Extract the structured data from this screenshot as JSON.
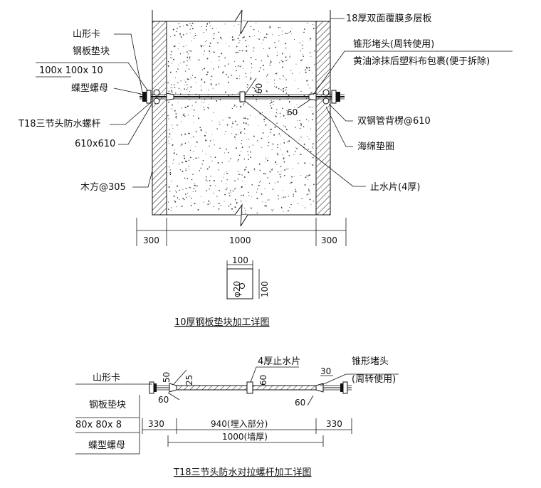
{
  "section": {
    "labels": {
      "shan_xing_ka": "山形卡",
      "steel_pad": "钢板垫块",
      "pad_size": "100x 100x 10",
      "butterfly_nut": "蝶型螺母",
      "bolt": "T18三节头防水螺杆",
      "spacing": "610x610",
      "timber": "木方@305",
      "plywood": "18厚双面覆膜多层板",
      "cone_head": "锥形堵头(周转使用)",
      "grease_wrap": "黄油涂抹后塑料布包裹(便于拆除)",
      "double_steel_pipe": "双钢管背楞@610",
      "sponge_ring": "海绵垫圈",
      "water_stop": "止水片(4厚)"
    },
    "angle_60_a": "60",
    "angle_60_b": "60",
    "dims": [
      "300",
      "1000",
      "300"
    ]
  },
  "plate_detail": {
    "width": "100",
    "height": "100",
    "hole": "φ20",
    "title": "10厚钢板垫块加工详图"
  },
  "bolt_detail": {
    "labels": {
      "shan_xing_ka": "山形卡",
      "steel_pad": "钢板垫块",
      "pad_size": "80x 80x 8",
      "butterfly_nut": "蝶型螺母",
      "water_stop": "4厚止水片",
      "cone_head": "锥形堵头",
      "cone_head_note": "(周转使用)"
    },
    "marks": {
      "m50": "50",
      "m25": "25",
      "m60_left": "60",
      "m60_mid": "60",
      "m30": "30",
      "m60_right": "60"
    },
    "dims": {
      "left": "330",
      "embedded": "940(埋入部分)",
      "right": "330",
      "wall": "1000(墙厚)"
    },
    "title": "T18三节头防水对拉螺杆加工详图"
  }
}
